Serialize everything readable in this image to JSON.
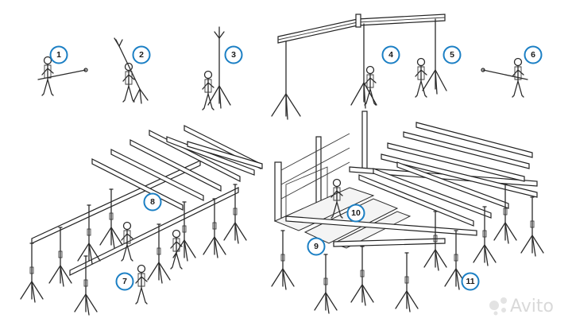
{
  "steps": [
    {
      "number": "1"
    },
    {
      "number": "2"
    },
    {
      "number": "3"
    },
    {
      "number": "4"
    },
    {
      "number": "5"
    },
    {
      "number": "6"
    },
    {
      "number": "7"
    },
    {
      "number": "8"
    },
    {
      "number": "9"
    },
    {
      "number": "10"
    },
    {
      "number": "11"
    }
  ],
  "watermark": {
    "brand": "Avito"
  },
  "colors": {
    "badge_ring": "#1b7fc4",
    "line": "#2b2b2b",
    "watermark": "#d9d9d9"
  }
}
